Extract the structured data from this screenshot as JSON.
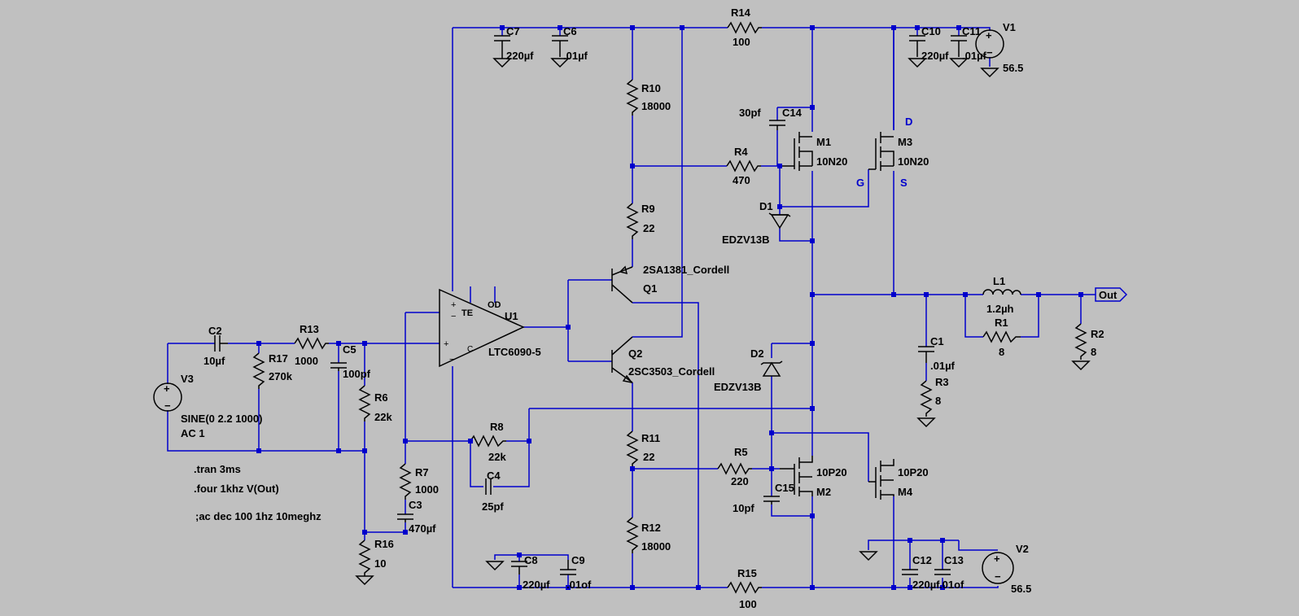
{
  "parts": {
    "C7": {
      "name": "C7",
      "value": "220µf"
    },
    "C6": {
      "name": "C6",
      "value": ".01µf"
    },
    "R14": {
      "name": "R14",
      "value": "100"
    },
    "C10": {
      "name": "C10",
      "value": "220µf"
    },
    "C11": {
      "name": "C11",
      "value": ".01µf"
    },
    "V1": {
      "name": "V1",
      "value": "56.5"
    },
    "R10": {
      "name": "R10",
      "value": "18000"
    },
    "C14": {
      "name": "C14",
      "value": "30pf"
    },
    "M1": {
      "name": "M1",
      "value": "10N20"
    },
    "M3": {
      "name": "M3",
      "value": "10N20"
    },
    "R4": {
      "name": "R4",
      "value": "470"
    },
    "D1": {
      "name": "D1",
      "value": "EDZV13B"
    },
    "R9": {
      "name": "R9",
      "value": "22"
    },
    "Q1": {
      "name": "Q1",
      "value": "2SA1381_Cordell"
    },
    "U1": {
      "name": "U1",
      "value": "LTC6090-5",
      "pin_te": "TE",
      "pin_od": "OD"
    },
    "L1": {
      "name": "L1",
      "value": "1.2µh"
    },
    "R1": {
      "name": "R1",
      "value": "8"
    },
    "R2": {
      "name": "R2",
      "value": "8"
    },
    "C1": {
      "name": "C1",
      "value": ".01µf"
    },
    "R3": {
      "name": "R3",
      "value": "8"
    },
    "C2": {
      "name": "C2",
      "value": "10µf"
    },
    "R13": {
      "name": "R13",
      "value": "1000"
    },
    "C5": {
      "name": "C5",
      "value": "100pf"
    },
    "R17": {
      "name": "R17",
      "value": "270k"
    },
    "R6": {
      "name": "R6",
      "value": "22k"
    },
    "V3": {
      "name": "V3",
      "value": "SINE(0 2.2 1000)",
      "ac": "AC 1"
    },
    "Q2": {
      "name": "Q2",
      "value": "2SC3503_Cordell"
    },
    "D2": {
      "name": "D2",
      "value": "EDZV13B"
    },
    "R8": {
      "name": "R8",
      "value": "22k"
    },
    "C4": {
      "name": "C4",
      "value": "25pf"
    },
    "R11": {
      "name": "R11",
      "value": "22"
    },
    "R5": {
      "name": "R5",
      "value": "220"
    },
    "M2": {
      "name": "M2",
      "value": "10P20"
    },
    "C15": {
      "name": "C15",
      "value": "10pf"
    },
    "M4": {
      "name": "M4",
      "value": "10P20"
    },
    "R7": {
      "name": "R7",
      "value": "1000"
    },
    "C3": {
      "name": "C3",
      "value": "470µf"
    },
    "R16": {
      "name": "R16",
      "value": "10"
    },
    "R12": {
      "name": "R12",
      "value": "18000"
    },
    "C8": {
      "name": "C8",
      "value": "220µf"
    },
    "C9": {
      "name": "C9",
      "value": ".01of"
    },
    "R15": {
      "name": "R15",
      "value": "100"
    },
    "C12": {
      "name": "C12",
      "value": "220µf"
    },
    "C13": {
      "name": "C13",
      "value": ".01of"
    },
    "V2": {
      "name": "V2",
      "value": "56.5"
    }
  },
  "pin_labels": {
    "drain": "D",
    "gate": "G",
    "source": "S"
  },
  "netlabel_out": "Out",
  "directives": {
    "tran": ".tran 3ms",
    "four": ".four 1khz V(Out)",
    "ac": ";ac dec 100 1hz 10meghz"
  },
  "colors": {
    "background": "#c0c0c0",
    "wire": "#0000cc",
    "component": "#000000",
    "pin_label": "#0000cc"
  }
}
